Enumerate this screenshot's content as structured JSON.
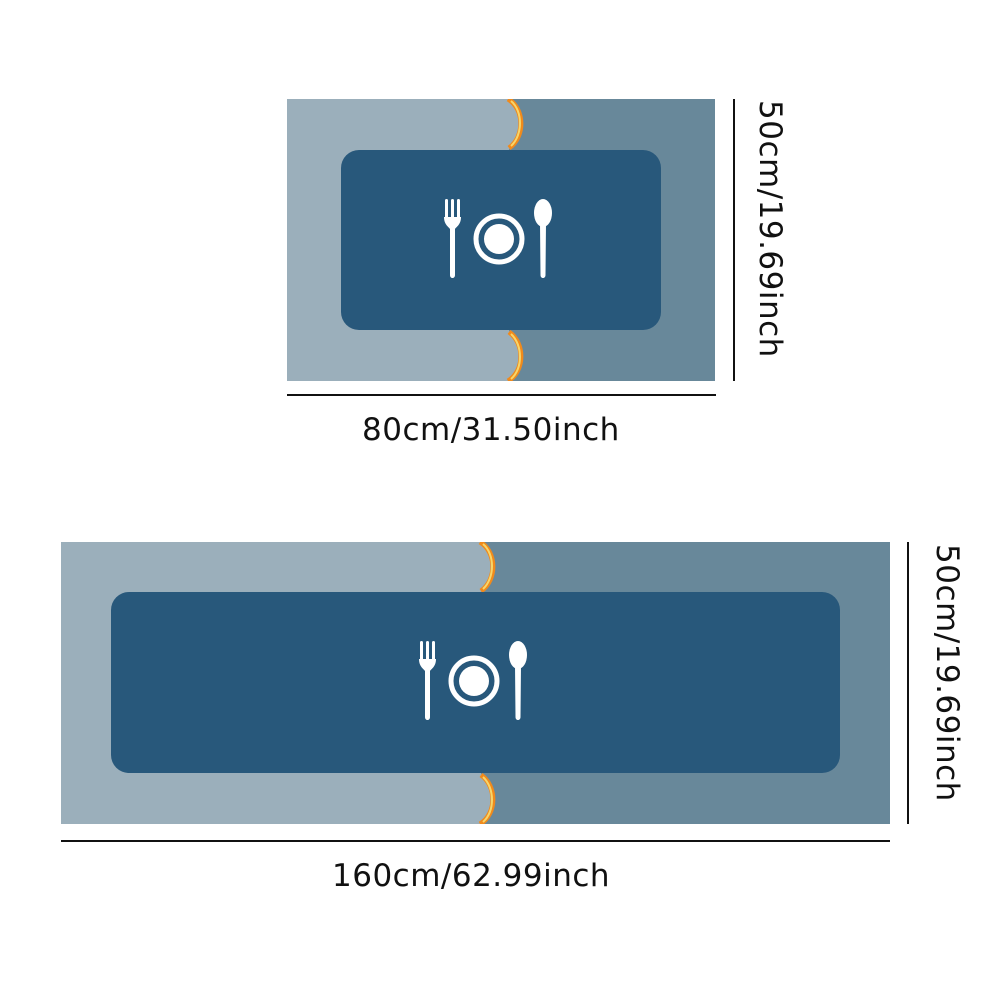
{
  "mats": [
    {
      "id": "small",
      "width_label": "80cm/31.50inch",
      "height_label": "50cm/19.69inch",
      "icon": "cutlery-plate-icon"
    },
    {
      "id": "large",
      "width_label": "160cm/62.99inch",
      "height_label": "50cm/19.69inch",
      "icon": "cutlery-plate-icon"
    }
  ],
  "colors": {
    "left_band": "#9bafbb",
    "right_band": "#68889a",
    "inner_panel": "#28587b",
    "accent_orange": "#f08a1c",
    "accent_gold": "#f7d66a",
    "icon": "#ffffff",
    "dimension_line": "#111111"
  }
}
